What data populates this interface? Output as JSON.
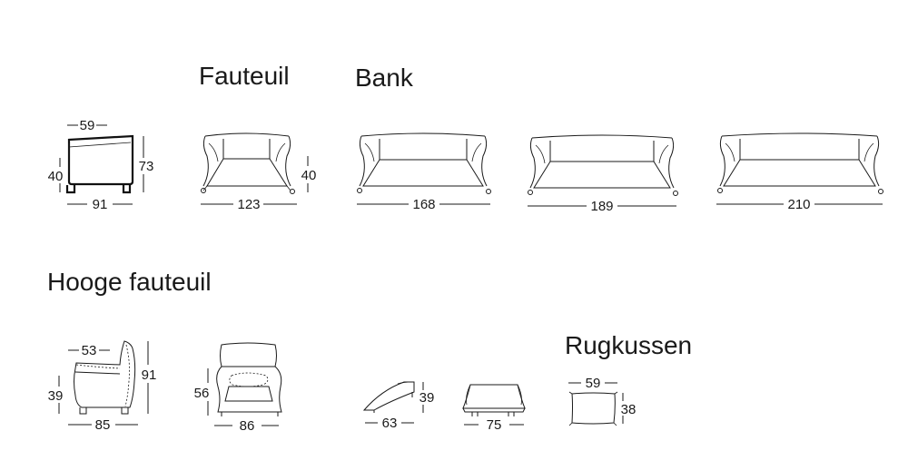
{
  "sections": {
    "fauteuil": "Fauteuil",
    "bank": "Bank",
    "hooge_fauteuil": "Hooge fauteuil",
    "rugkussen": "Rugkussen"
  },
  "dimensions": {
    "fauteuil_side_depth_top": "59",
    "fauteuil_side_seat_height": "40",
    "fauteuil_side_height": "73",
    "fauteuil_side_depth": "91",
    "fauteuil_front_seat_height": "40",
    "fauteuil_front_width": "123",
    "bank_168": "168",
    "bank_189": "189",
    "bank_210": "210",
    "hooge_side_depth_top": "53",
    "hooge_side_seat_height": "39",
    "hooge_side_height": "91",
    "hooge_side_depth": "85",
    "hooge_front_seat_height": "56",
    "hooge_front_width": "86",
    "hocker_side_height": "39",
    "hocker_side_depth": "63",
    "hocker_front_width": "75",
    "cushion_width": "59",
    "cushion_height": "38"
  },
  "colors": {
    "line": "#1a1a1a",
    "background": "#ffffff"
  }
}
